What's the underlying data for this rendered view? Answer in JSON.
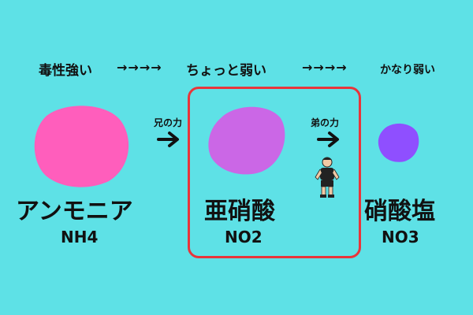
{
  "colors": {
    "background": "#5ee1e6",
    "ammonia_blob": "#ff5ebc",
    "nitrite_blob": "#cb67e6",
    "nitrate_blob": "#8f4fff",
    "highlight_border": "#e8353b",
    "text": "#111111"
  },
  "toxicity": {
    "strong": "毒性強い",
    "medium": "ちょっと弱い",
    "weak": "かなり弱い",
    "arrows_1": "→→→→",
    "arrows_2": "→→→→"
  },
  "steps": [
    {
      "name": "アンモニア",
      "formula": "NH4"
    },
    {
      "name": "亜硝酸",
      "formula": "NO2"
    },
    {
      "name": "硝酸塩",
      "formula": "NO3"
    }
  ],
  "transitions": [
    {
      "label": "兄の力"
    },
    {
      "label": "弟の力"
    }
  ],
  "icons": {
    "arrow": "right-arrow-icon",
    "worker": "bodybuilder-icon"
  }
}
